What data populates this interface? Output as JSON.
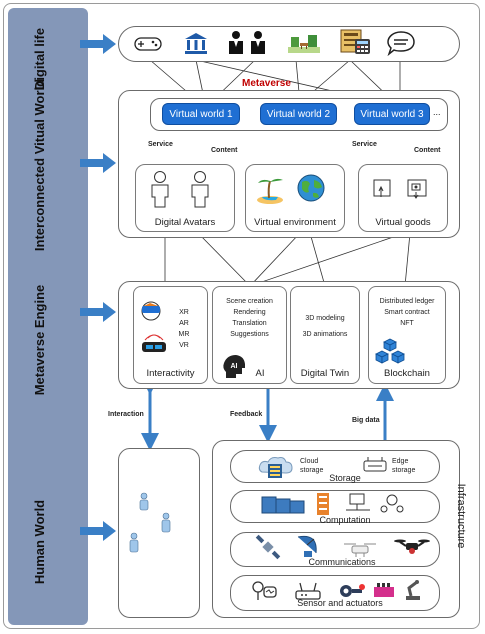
{
  "layers": {
    "digital_life": "Digital life",
    "interconnected": "Interconnected Vitual World",
    "engine": "Metaverse Engine",
    "human": "Human World"
  },
  "metaverse": {
    "title": "Metaverse",
    "title_color": "#c00000",
    "worlds": [
      "Virtual world 1",
      "Virtual world 2",
      "Virtual world 3"
    ],
    "ellipsis": "...",
    "service_label": "Service",
    "content_label": "Content",
    "avatars_label": "Digital Avatars",
    "environment_label": "Virtual environment",
    "goods_label": "Virtual goods"
  },
  "engine": {
    "interactivity": {
      "items": [
        "XR",
        "AR",
        "MR",
        "VR"
      ],
      "label": "Interactivity"
    },
    "ai": {
      "items": [
        "Scene creation",
        "Rendering",
        "Translation",
        "Suggestions"
      ],
      "label": "AI",
      "badge": "AI"
    },
    "digital_twin": {
      "items": [
        "3D modeling",
        "3D animations"
      ],
      "label": "Digital Twin"
    },
    "blockchain": {
      "items": [
        "Distributed ledger",
        "Smart contract",
        "NFT"
      ],
      "label": "Blockchain"
    }
  },
  "links": {
    "interaction": "Interaction",
    "feedback": "Feedback",
    "big_data": "Big data"
  },
  "infrastructure": {
    "title": "Infrastructure",
    "storage": {
      "label": "Storage",
      "cloud": "Cloud storage",
      "edge": "Edge storage"
    },
    "computation": "Computation",
    "communications": "Communications",
    "sensors": "Sensor and actuators"
  },
  "colors": {
    "sidebar": "#8497b8",
    "arrow": "#3a7fc6",
    "world_box": "#1f6fd3"
  }
}
